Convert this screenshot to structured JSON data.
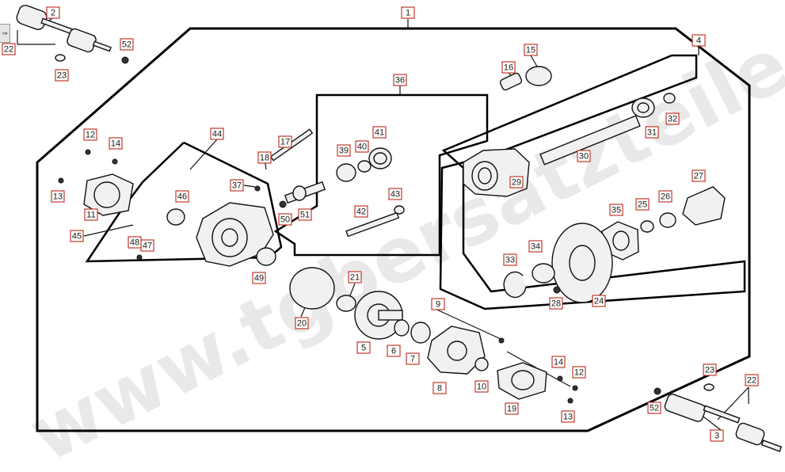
{
  "watermark": {
    "text": "www.tgbersatzteile.de"
  },
  "colors": {
    "callout_border": "#c0392b",
    "frame": "#000000",
    "part_fill": "#f1f1f1",
    "watermark": "#d8d8d8"
  },
  "callouts": [
    "1",
    "2",
    "3",
    "4",
    "5",
    "6",
    "7",
    "8",
    "9",
    "10",
    "11",
    "12",
    "12",
    "13",
    "13",
    "14",
    "14",
    "15",
    "16",
    "17",
    "18",
    "19",
    "20",
    "21",
    "22",
    "22",
    "23",
    "23",
    "24",
    "25",
    "26",
    "27",
    "28",
    "29",
    "30",
    "31",
    "32",
    "33",
    "34",
    "35",
    "36",
    "37",
    "39",
    "40",
    "41",
    "42",
    "43",
    "44",
    "45",
    "46",
    "47",
    "48",
    "49",
    "50",
    "51",
    "52",
    "52"
  ],
  "side_tab": {
    "glyph": "⇒"
  }
}
